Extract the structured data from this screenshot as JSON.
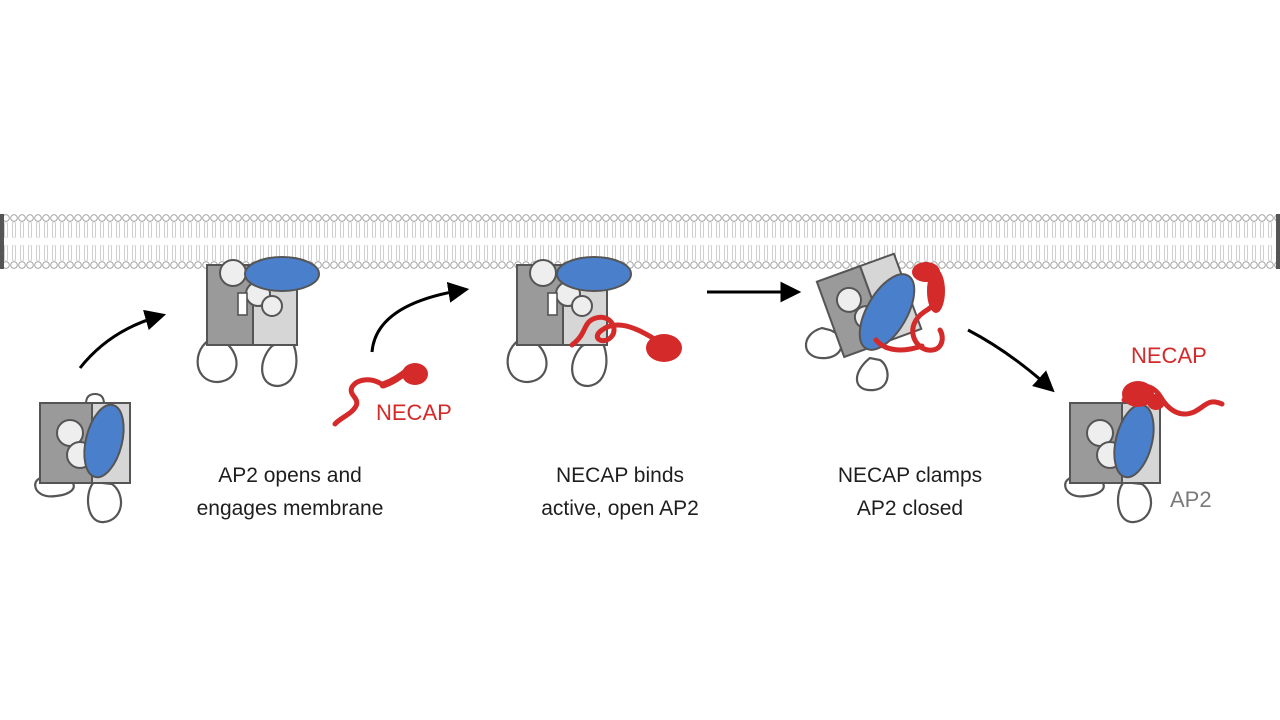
{
  "colors": {
    "necap": "#d42a2a",
    "ap2_label": "#7a7a7a",
    "blue_subunit": "#4a7fcc",
    "dark_subunit": "#9a9a9a",
    "light_subunit": "#d6d6d6",
    "caption": "#1e1e1e"
  },
  "labels": {
    "necap_free": "NECAP",
    "necap_final": "NECAP",
    "ap2_final": "AP2"
  },
  "captions": {
    "step1": {
      "line1": "AP2 opens and",
      "line2": "engages membrane"
    },
    "step2": {
      "line1": "NECAP binds",
      "line2": "active, open AP2"
    },
    "step3": {
      "line1": "NECAP clamps",
      "line2": "AP2 closed"
    }
  },
  "icons": [
    "lipid-membrane",
    "ap2-closed-complex",
    "ap2-open-complex",
    "necap-protein",
    "process-arrow"
  ]
}
